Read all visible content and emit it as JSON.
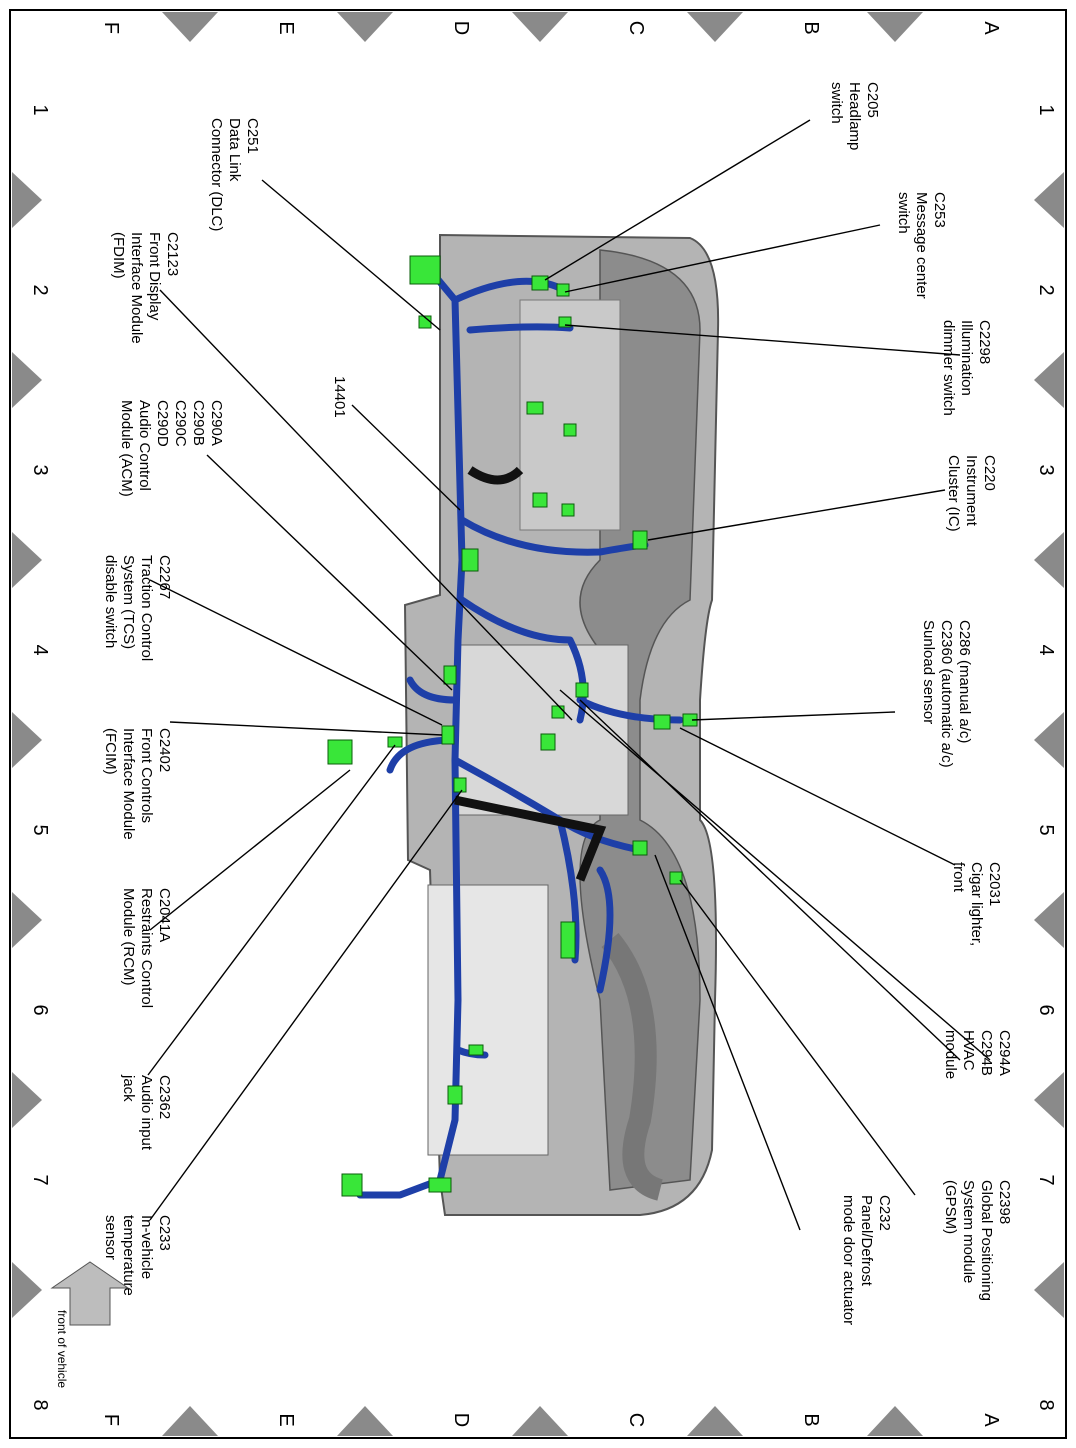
{
  "grid": {
    "numbers": [
      "1",
      "2",
      "3",
      "4",
      "5",
      "6",
      "7",
      "8"
    ],
    "letters": [
      "A",
      "B",
      "C",
      "D",
      "E",
      "F"
    ]
  },
  "harness_label": "14401",
  "front_of_vehicle": "front of vehicle",
  "callouts": {
    "c205": [
      "C205",
      "Headlamp",
      "switch"
    ],
    "c253": [
      "C253",
      "Message center",
      "switch"
    ],
    "c2298": [
      "C2298",
      "Illumination",
      "dimmer switch"
    ],
    "c220": [
      "C220",
      "Instrument",
      "Cluster (IC)"
    ],
    "c286": [
      "C286 (manual a/c)",
      "C2360 (automatic a/c)",
      "Sunload sensor"
    ],
    "c2031": [
      "C2031",
      "Cigar lighter,",
      "front"
    ],
    "c294": [
      "C294A",
      "C294B",
      "HVAC",
      "module"
    ],
    "c2398": [
      "C2398",
      "Global Positioning",
      "System module",
      "(GPSM)"
    ],
    "c232": [
      "C232",
      "Panel/Defrost",
      "mode door actuator"
    ],
    "c251": [
      "C251",
      "Data Link",
      "Connector (DLC)"
    ],
    "c2123": [
      "C2123",
      "Front Display",
      "Interface Module",
      "(FDIM)"
    ],
    "c290": [
      "C290A",
      "C290B",
      "C290C",
      "C290D",
      "Audio Control",
      "Module (ACM)"
    ],
    "c2267": [
      "C2267",
      "Traction Control",
      "System (TCS)",
      "disable switch"
    ],
    "c2402": [
      "C2402",
      "Front Controls",
      "Interface Module",
      "(FCIM)"
    ],
    "c2041": [
      "C2041A",
      "Restraints Control",
      "Module (RCM)"
    ],
    "c2362": [
      "C2362",
      "Audio input",
      "jack"
    ],
    "c233": [
      "C233",
      "In-vehicle",
      "temperature",
      "sensor"
    ]
  },
  "colors": {
    "harness": "#1e3fa8",
    "connector": "#39e639",
    "panel": "#b4b4b4",
    "panel_dark": "#6f6f6f",
    "marker": "#8a8a8a"
  }
}
